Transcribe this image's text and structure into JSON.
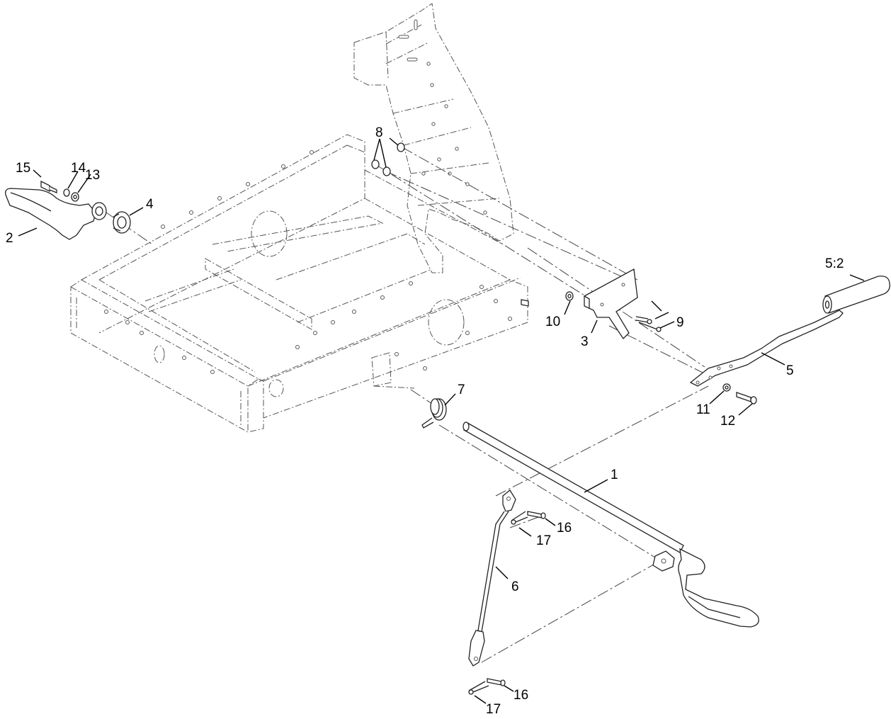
{
  "diagram": {
    "callouts": [
      {
        "id": "c1",
        "text": "1"
      },
      {
        "id": "c2",
        "text": "2"
      },
      {
        "id": "c3",
        "text": "3"
      },
      {
        "id": "c4",
        "text": "4"
      },
      {
        "id": "c5",
        "text": "5"
      },
      {
        "id": "c52",
        "text": "5:2"
      },
      {
        "id": "c6",
        "text": "6"
      },
      {
        "id": "c7",
        "text": "7"
      },
      {
        "id": "c8",
        "text": "8"
      },
      {
        "id": "c9",
        "text": "9"
      },
      {
        "id": "c10",
        "text": "10"
      },
      {
        "id": "c11",
        "text": "11"
      },
      {
        "id": "c12",
        "text": "12"
      },
      {
        "id": "c13",
        "text": "13"
      },
      {
        "id": "c14",
        "text": "14"
      },
      {
        "id": "c15",
        "text": "15"
      },
      {
        "id": "c16a",
        "text": "16"
      },
      {
        "id": "c16b",
        "text": "16"
      },
      {
        "id": "c17a",
        "text": "17"
      },
      {
        "id": "c17b",
        "text": "17"
      }
    ]
  }
}
